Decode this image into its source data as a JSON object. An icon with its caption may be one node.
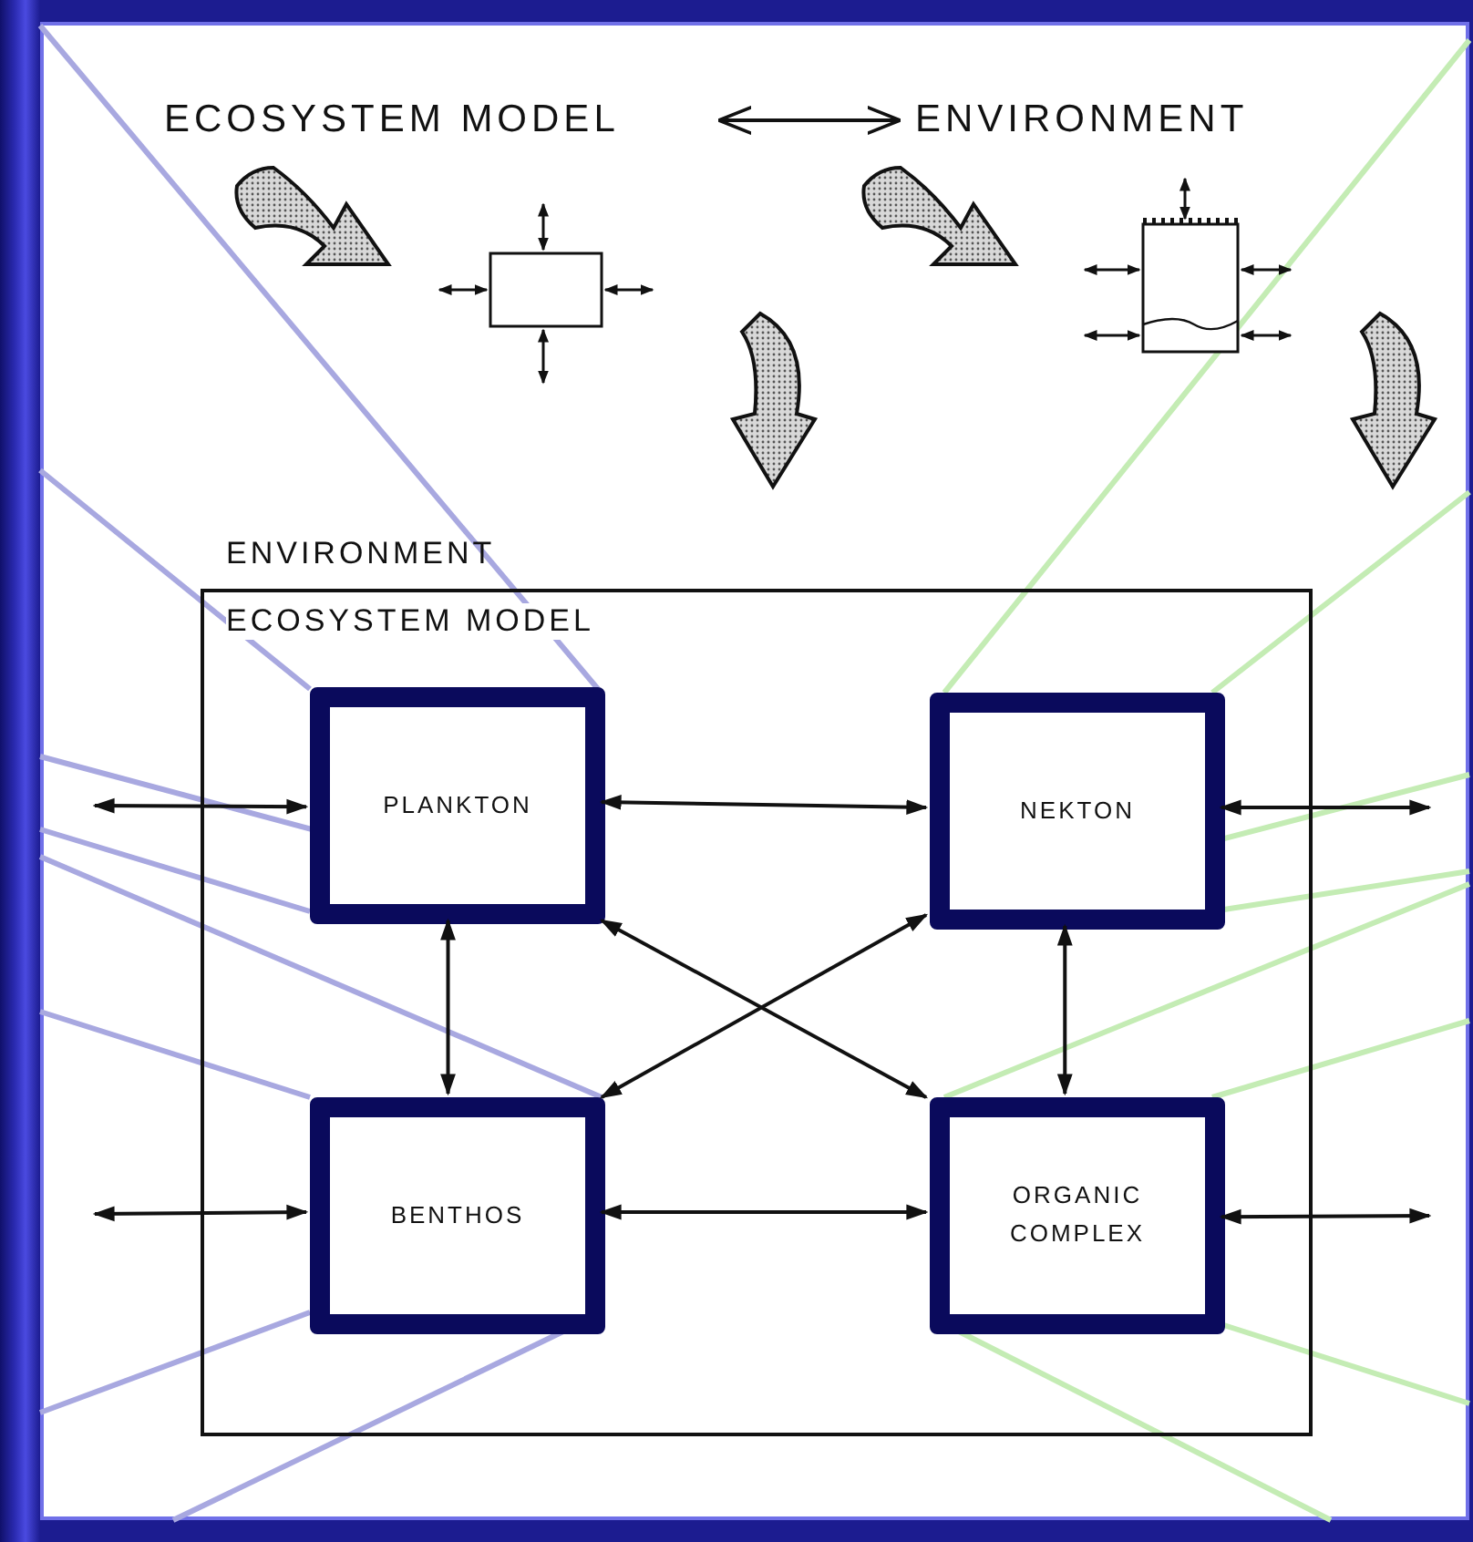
{
  "diagram": {
    "nodes": [
      {
        "text": [
          "ECOSYSTEM MODEL"
        ]
      },
      {
        "text": [
          "ENVIRONMENT"
        ]
      },
      {
        "text": [
          "ECOSYSTEM MODEL"
        ]
      },
      {
        "text": [
          "PLANKTON"
        ],
        "in": 2
      },
      {
        "text": [
          "NEKTON"
        ],
        "in": 2
      },
      {
        "text": [
          "BENTHOS"
        ],
        "in": 2
      },
      {
        "text": [
          "ORGANIC COMPLEX"
        ],
        "in": 2
      }
    ],
    "edges": [
      {
        "from": 0,
        "to": 1,
        "arrow": "both"
      },
      {
        "from": null,
        "to": 3,
        "arrow": "both"
      },
      {
        "from": 3,
        "to": 4,
        "arrow": "both"
      },
      {
        "from": 3,
        "to": 5,
        "arrow": "both"
      },
      {
        "from": 3,
        "to": 6,
        "arrow": "both"
      },
      {
        "from": 4,
        "to": 5,
        "arrow": "both"
      },
      {
        "from": 4,
        "to": 6,
        "arrow": "both"
      },
      {
        "from": 5,
        "to": 6,
        "arrow": "both"
      },
      {
        "from": 4,
        "to": null,
        "arrow": "both"
      },
      {
        "from": null,
        "to": 5,
        "arrow": "both"
      },
      {
        "from": 6,
        "to": null,
        "arrow": "both"
      }
    ],
    "labels": [
      "ENVIRONMENT"
    ]
  }
}
